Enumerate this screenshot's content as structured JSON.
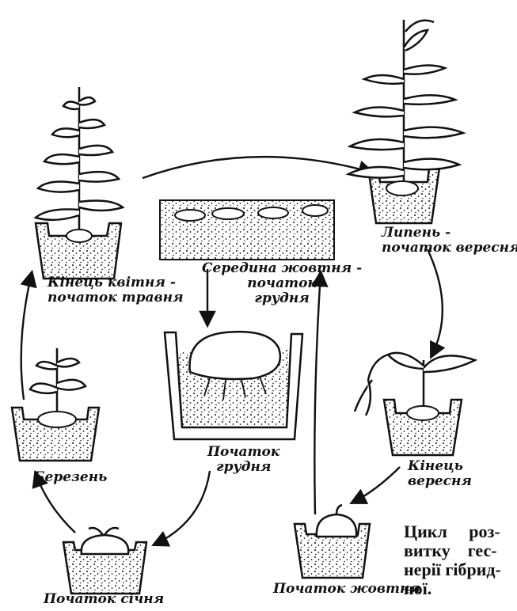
{
  "stages": {
    "end_april": {
      "line1": "Кінець квітня -",
      "line2": "початок травня"
    },
    "july_september": {
      "line1": "Липень -",
      "line2": "початок вересня"
    },
    "mid_october": {
      "line1": "Середина жовтня -",
      "line2": "початок",
      "line3": "грудня"
    },
    "early_december": {
      "line1": "Початок",
      "line2": "грудня"
    },
    "march": {
      "label": "Березень"
    },
    "end_september": {
      "line1": "Кінець",
      "line2": "вересня"
    },
    "early_january": {
      "label": "Початок січня"
    },
    "early_october": {
      "label": "Початок жовтня"
    }
  },
  "caption": {
    "line1": "Цикл     роз-",
    "line2": "витку    гес-",
    "line3": "нерії гібрид-",
    "line4": "ної."
  },
  "colors": {
    "ink": "#111111",
    "background": "#ffffff"
  }
}
